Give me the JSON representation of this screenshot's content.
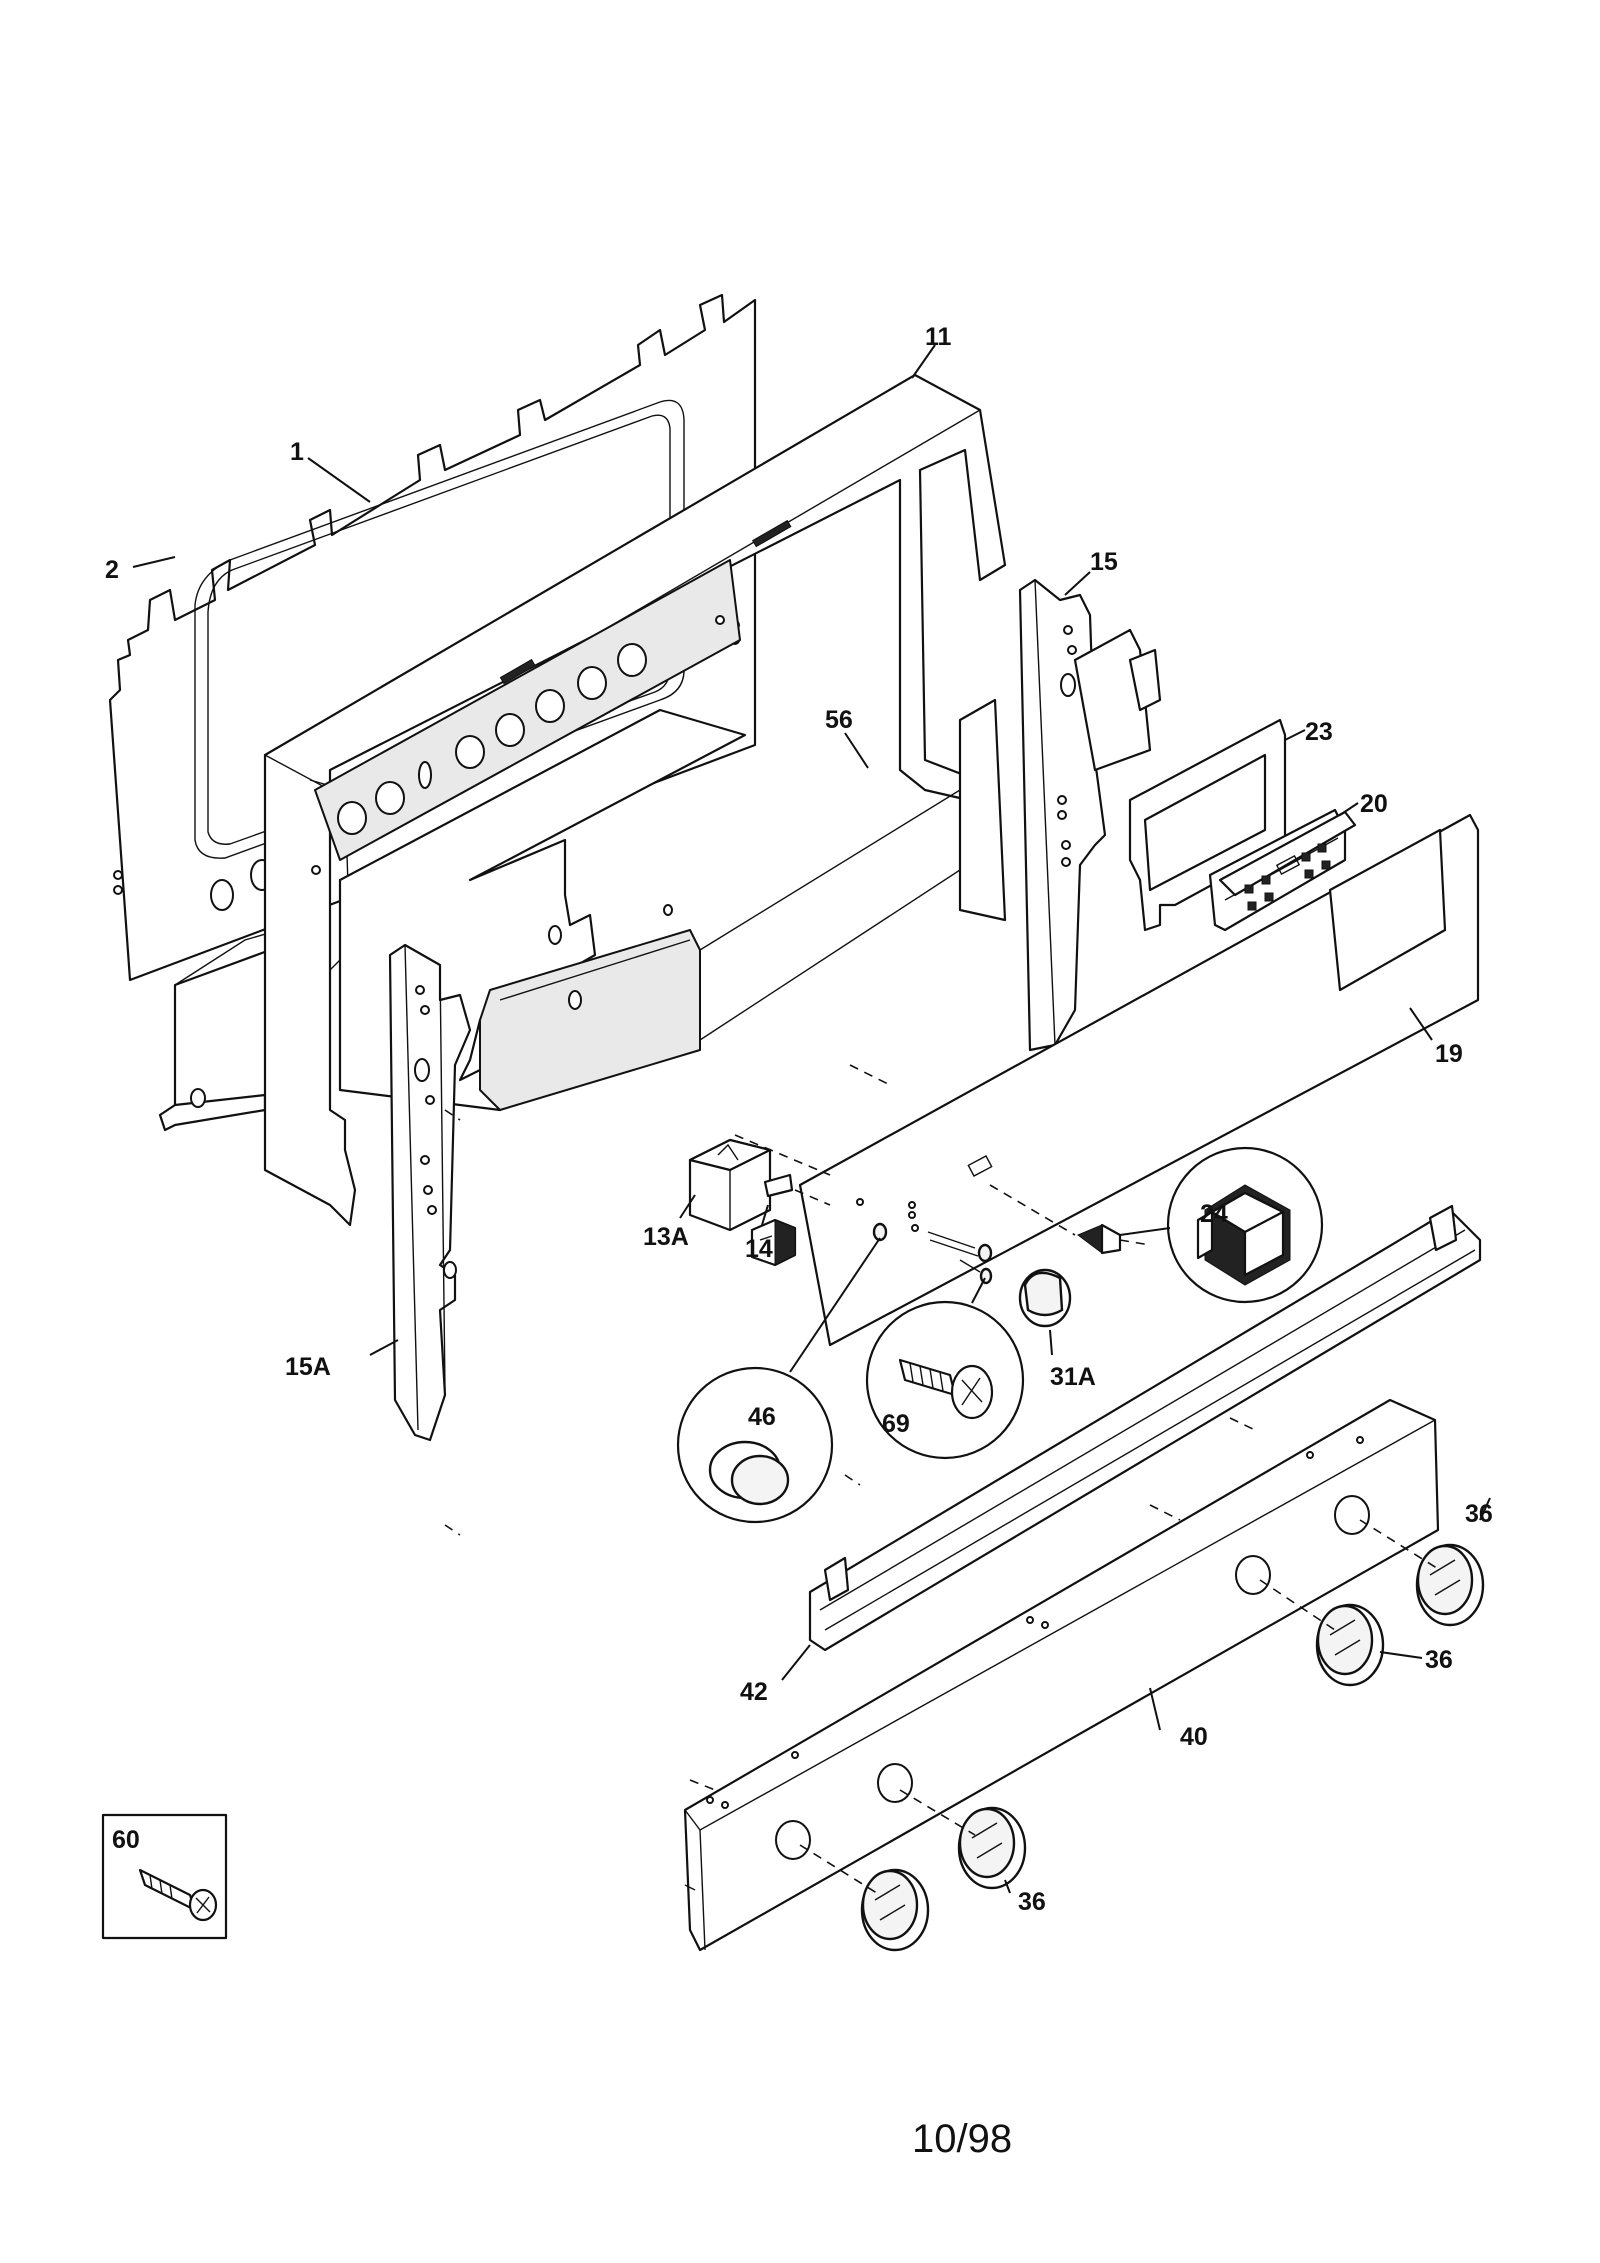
{
  "part_labels": {
    "p1": "1",
    "p2": "2",
    "p11": "11",
    "p13a": "13A",
    "p14": "14",
    "p15": "15",
    "p15a": "15A",
    "p19": "19",
    "p20": "20",
    "p23": "23",
    "p24": "24",
    "p31a": "31A",
    "p36a": "36",
    "p36b": "36",
    "p36c": "36",
    "p40": "40",
    "p42": "42",
    "p46": "46",
    "p56": "56",
    "p60": "60",
    "p69": "69"
  },
  "footer": {
    "date_code": "10/98"
  }
}
